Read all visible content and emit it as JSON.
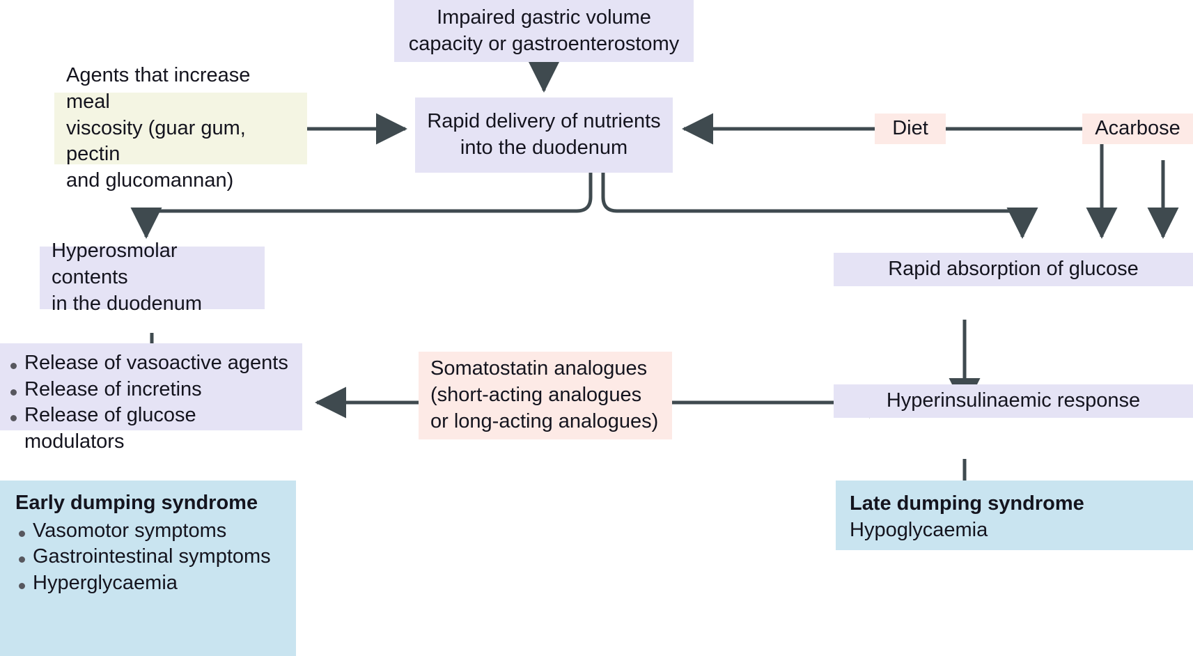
{
  "diagram": {
    "title": "Dumping syndrome pathophysiology and treatment flowchart",
    "colors": {
      "purple": "#e5e3f5",
      "yellow": "#f4f5e3",
      "pink": "#fdeae6",
      "blue": "#c9e4f0",
      "arrow": "#3f4a4f",
      "text": "#14141e",
      "bullet": "#57575e"
    }
  },
  "nodes": {
    "impaired_gastric": {
      "lines": [
        "Impaired gastric volume",
        "capacity or gastroenterostomy"
      ]
    },
    "rapid_delivery": {
      "lines": [
        "Rapid delivery of nutrients",
        "into the duodenum"
      ]
    },
    "viscosity_agents": {
      "lines": [
        "Agents that increase meal",
        "viscosity (guar gum, pectin",
        "and glucomannan)"
      ]
    },
    "diet": {
      "lines": [
        "Diet"
      ]
    },
    "acarbose": {
      "lines": [
        "Acarbose"
      ]
    },
    "hyperosmolar": {
      "lines": [
        "Hyperosmolar contents",
        "in the duodenum"
      ]
    },
    "rapid_absorption": {
      "lines": [
        "Rapid absorption of glucose"
      ]
    },
    "release_list": {
      "items": [
        "Release of vasoactive agents",
        "Release of incretins",
        "Release of  glucose modulators"
      ]
    },
    "somatostatin": {
      "lines": [
        "Somatostatin analogues",
        "(short-acting analogues",
        "or long-acting analogues)"
      ]
    },
    "hyperinsulinaemic": {
      "lines": [
        "Hyperinsulinaemic response"
      ]
    },
    "early_dumping": {
      "heading": "Early dumping syndrome",
      "items": [
        "Vasomotor symptoms",
        "Gastrointestinal symptoms",
        "Hyperglycaemia"
      ]
    },
    "late_dumping": {
      "heading": "Late dumping syndrome",
      "subtitle": "Hypoglycaemia"
    }
  }
}
